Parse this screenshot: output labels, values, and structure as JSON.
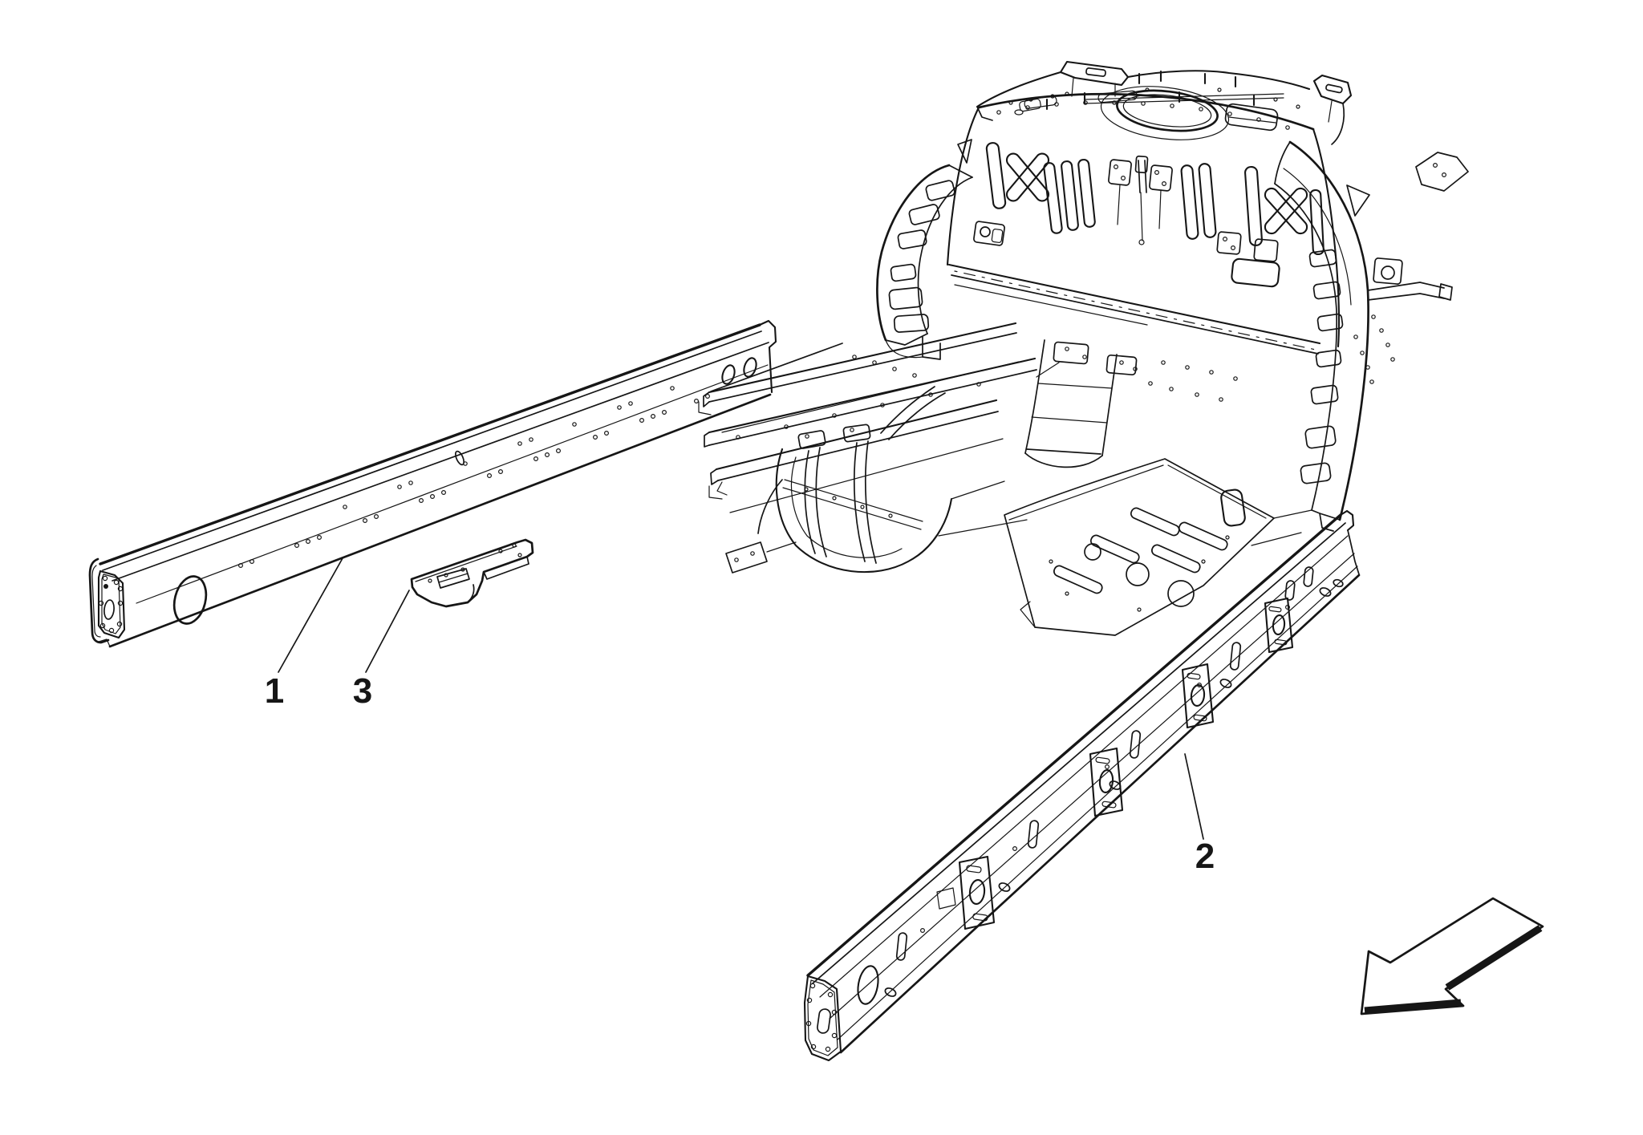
{
  "figure": {
    "kind": "technical-parts-line-diagram",
    "background": "#ffffff",
    "ink": "#161616"
  },
  "callouts": [
    {
      "label": "1"
    },
    {
      "label": "2"
    },
    {
      "label": "3"
    }
  ],
  "icons": {
    "direction_arrow": "front-direction-arrow"
  }
}
